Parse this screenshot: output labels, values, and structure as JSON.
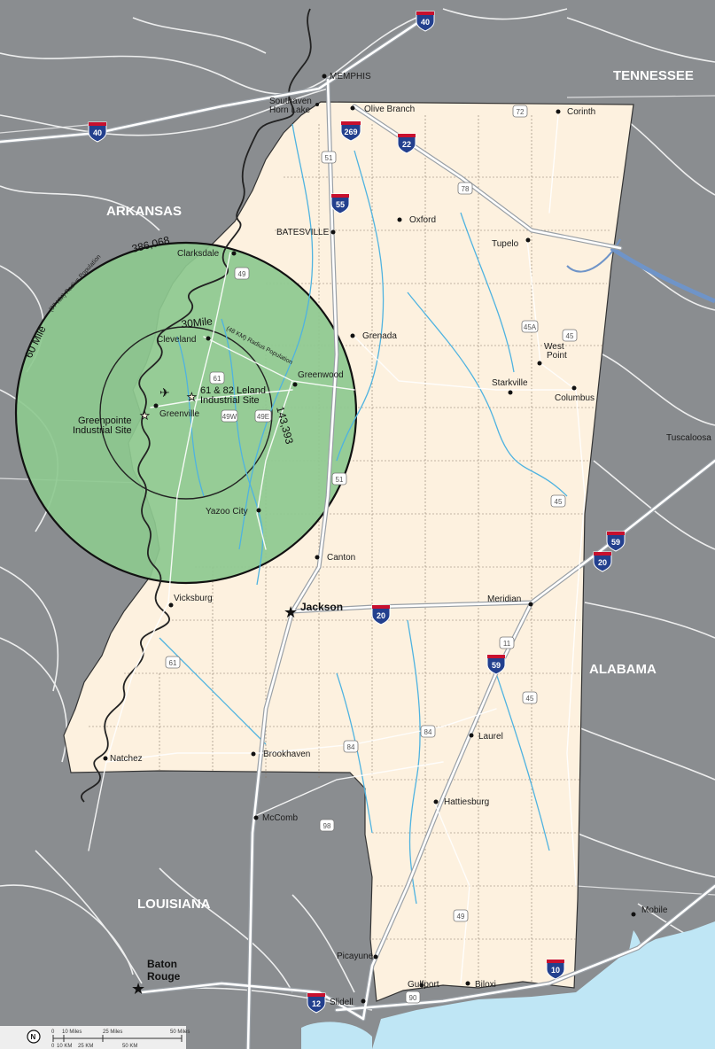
{
  "states": {
    "tennessee": "TENNESSEE",
    "arkansas": "ARKANSAS",
    "alabama": "ALABAMA",
    "louisiana": "LOUISIANA"
  },
  "cities": {
    "memphis": "MEMPHIS",
    "southaven": "Southaven",
    "horn_lake": "Horn Lake",
    "olive_branch": "Olive Branch",
    "corinth": "Corinth",
    "batesville": "BATESVILLE",
    "oxford": "Oxford",
    "tupelo": "Tupelo",
    "clarksdale": "Clarksdale",
    "cleveland": "Cleveland",
    "grenada": "Grenada",
    "west_point_1": "West",
    "west_point_2": "Point",
    "greenwood": "Greenwood",
    "starkville": "Starkville",
    "columbus": "Columbus",
    "tuscaloosa": "Tuscaloosa",
    "greenville": "Greenville",
    "yazoo_city": "Yazoo City",
    "canton": "Canton",
    "vicksburg": "Vicksburg",
    "jackson": "Jackson",
    "meridian": "Meridian",
    "natchez": "Natchez",
    "brookhaven": "Brookhaven",
    "laurel": "Laurel",
    "hattiesburg": "Hattiesburg",
    "mccomb": "McComb",
    "mobile": "Mobile",
    "baton_rouge_1": "Baton",
    "baton_rouge_2": "Rouge",
    "picayune": "Picayune",
    "gulfport": "Gulfport",
    "biloxi": "Biloxi",
    "slidell": "Slidell"
  },
  "sites": {
    "leland_1": "61 & 82 Leland",
    "leland_2": "Industrial Site",
    "greenpointe_1": "Greenpointe",
    "greenpointe_2": "Industrial Site"
  },
  "radius": {
    "outer_label": "60 Mile",
    "outer_sub": "(97 KM) Radius Population",
    "outer_value": "386,068",
    "inner_label": "30Mile",
    "inner_sub": "(48 KM) Radius Population",
    "inner_value": "143,393"
  },
  "interstates": {
    "i40_top": "40",
    "i40_left": "40",
    "i269": "269",
    "i22": "22",
    "i55": "55",
    "i20_jackson": "20",
    "i20_east": "20",
    "i59_east": "59",
    "i59_south": "59",
    "i10": "10",
    "i12": "12"
  },
  "us_routes": {
    "us72": "72",
    "us78": "78",
    "us51_north": "51",
    "us49_north": "49",
    "us45a": "45A",
    "us45_north": "45",
    "us61": "61",
    "us49w": "49W",
    "us49e": "49E",
    "us51_mid": "51",
    "us45_mid": "45",
    "us61_south": "61",
    "us11": "11",
    "us45_south": "45",
    "us84_west": "84",
    "us84_east": "84",
    "us98": "98",
    "us49_south": "49",
    "us90": "90"
  },
  "scale": {
    "north": "N",
    "miles": [
      "0",
      "10 Miles",
      "25 Miles",
      "50 Miles"
    ],
    "km": [
      "0",
      "10 KM",
      "25 KM",
      "50 KM"
    ]
  },
  "colors": {
    "background_land": "#8a8d90",
    "mississippi_fill": "#fdf1df",
    "radius_fill": "#8dc98f",
    "water": "#bfe6f5",
    "interstate_blue": "#23408e",
    "interstate_red": "#c8102e"
  }
}
